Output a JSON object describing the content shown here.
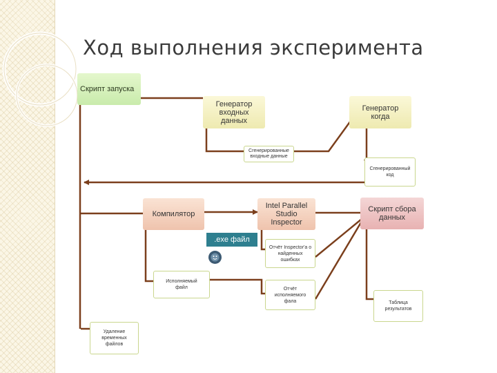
{
  "title": "Ход выполнения эксперимента",
  "nodes": {
    "launch_script": "Скрипт запуска",
    "input_generator": "Генератор входных данных",
    "code_generator": "Генератор когда",
    "generated_input": "Сгенерированные входные данные",
    "generated_code": "Сгенерированный код",
    "compiler": "Компилятор",
    "intel_inspector": "Intel Parallel Studio Inspector",
    "collect_script": "Скрипт сбора данных",
    "exe_file": ".exe файл",
    "inspector_report": "Отчёт Inspector'а о найденных ошибках",
    "executable_file": "Исполняемый файл",
    "executable_report": "Отчёт исполняемого фала",
    "results_table": "Таблица результатов",
    "delete_temp": "Удаление временных файлов"
  },
  "colors": {
    "connector": "#7b3f1c",
    "green_node": "#c9ebac",
    "yellow_node": "#eeeab0",
    "salmon_node": "#efc3ad",
    "pink_node": "#e8b2b2",
    "exe_node": "#2e7f8f",
    "white_node_border": "#c9d68d",
    "left_band": "#fbf6e6"
  },
  "icons": [
    "smiley-icon",
    "arrow-icon"
  ]
}
